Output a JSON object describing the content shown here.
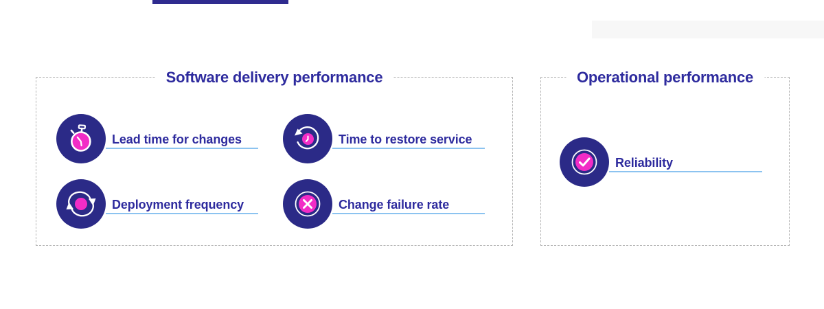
{
  "colors": {
    "indigo": "#2b2a87",
    "pink": "#f22cc6",
    "text": "#2e2b9e",
    "rule": "#8cc3f0",
    "dash": "#b5b5b5",
    "banner": "#2f2b8f",
    "top_box": "#f7f7f7"
  },
  "panels": [
    {
      "title": "Software delivery performance",
      "items": [
        {
          "label": "Lead time for changes",
          "icon": "stopwatch-icon"
        },
        {
          "label": "Time to restore service",
          "icon": "restore-clock-icon"
        },
        {
          "label": "Deployment frequency",
          "icon": "sync-arrows-icon"
        },
        {
          "label": "Change failure rate",
          "icon": "x-circle-icon"
        }
      ]
    },
    {
      "title": "Operational performance",
      "items": [
        {
          "label": "Reliability",
          "icon": "check-circle-icon"
        }
      ]
    }
  ]
}
